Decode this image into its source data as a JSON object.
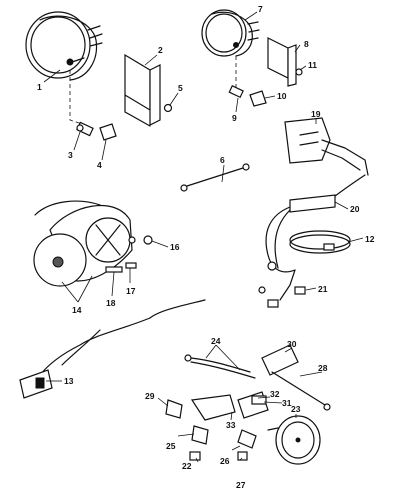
{
  "callouts": {
    "c1": "1",
    "c2": "2",
    "c3": "3",
    "c4": "4",
    "c5": "5",
    "c6": "6",
    "c7": "7",
    "c8": "8",
    "c9": "9",
    "c10": "10",
    "c11": "11",
    "c12": "12",
    "c13": "13",
    "c14": "14",
    "c16": "16",
    "c17": "17",
    "c18": "18",
    "c19": "19",
    "c20": "20",
    "c21": "21",
    "c22": "22",
    "c23": "23",
    "c24": "24",
    "c25": "25",
    "c26": "26",
    "c27": "27",
    "c28": "28",
    "c29": "29",
    "c30": "30",
    "c31": "31",
    "c32": "32",
    "c33": "33"
  }
}
